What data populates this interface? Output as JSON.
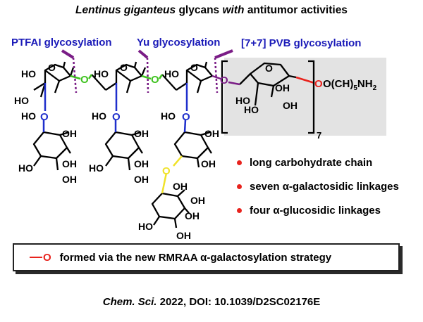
{
  "title": {
    "species": "Lentinus giganteus",
    "word1": "glycans",
    "word2": "with",
    "rest": "antitumor activities"
  },
  "glycosylation_labels": {
    "ptfai": "PTFAI glycosylation",
    "yu": "Yu glycosylation",
    "pvb": "[7+7] PVB glycosylation"
  },
  "structure_labels": {
    "ho": "HO",
    "oh": "OH",
    "o": "O",
    "linker_prefix": "O(CH)",
    "linker_sub": "5",
    "linker_suffix": "NH",
    "linker_sub2": "2",
    "repeat_count": "7"
  },
  "features": [
    "long carbohydrate chain",
    "seven α-galactosidic linkages",
    "four α-glucosidic linkages"
  ],
  "legend": {
    "mark": "O",
    "text": "formed via the new RMRAA α-galactosylation strategy"
  },
  "citation": {
    "journal": "Chem. Sci.",
    "rest": "2022, DOI: 10.1039/D2SC02176E"
  },
  "colors": {
    "rmraa_bond": "#e8231d",
    "ptfai_yu_bond": "#3ec21e",
    "pvb_bond": "#7a1c86",
    "branch_bond": "#1f2fcc",
    "yellow_bond": "#f0e22a",
    "label_blue": "#1a1ab8",
    "box_fill": "#e3e3e3",
    "bullet": "#e8231d"
  }
}
